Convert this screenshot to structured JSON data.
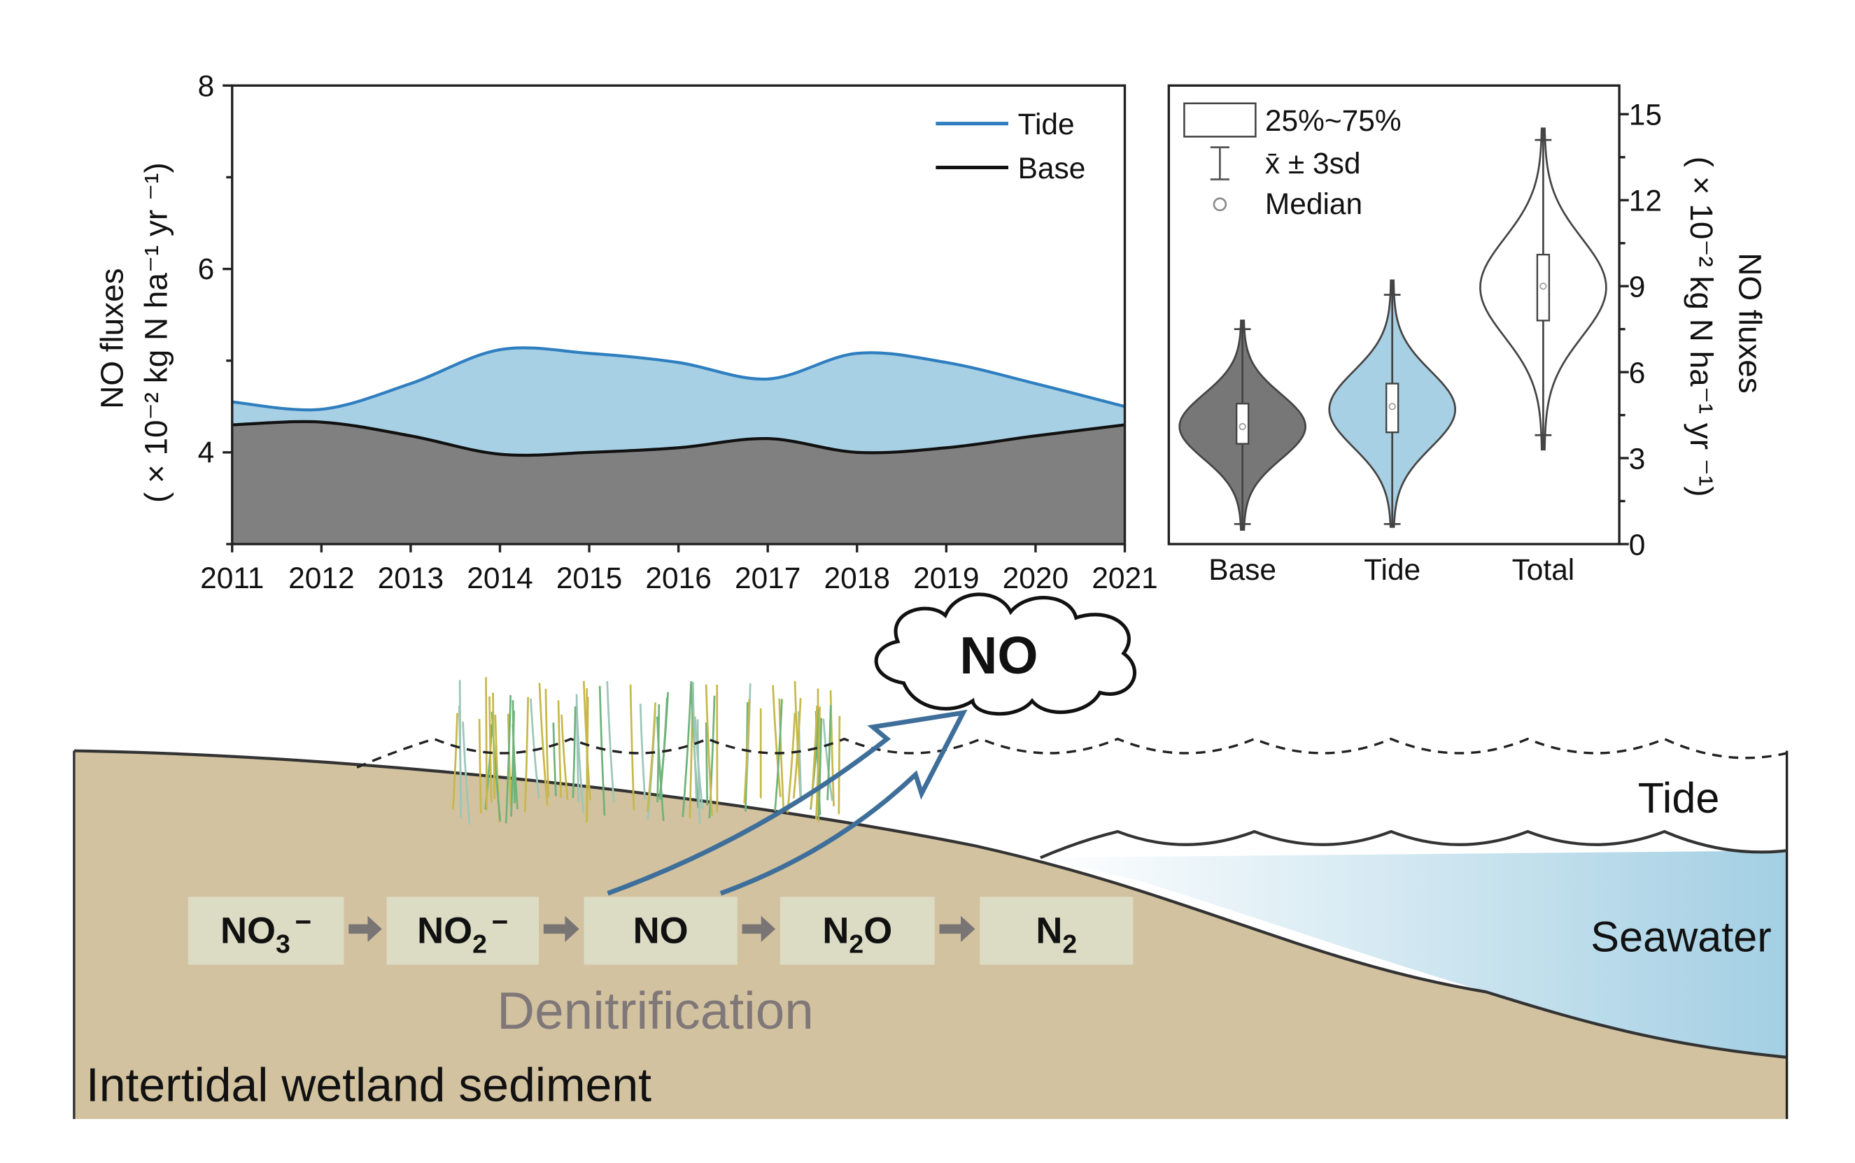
{
  "chart_data": [
    {
      "type": "area",
      "x": [
        2011,
        2012,
        2013,
        2014,
        2015,
        2016,
        2017,
        2018,
        2019,
        2020,
        2021
      ],
      "series": [
        {
          "name": "Tide",
          "values": [
            4.55,
            4.47,
            4.75,
            5.12,
            5.08,
            4.98,
            4.8,
            5.08,
            4.98,
            4.75,
            4.5
          ],
          "color": "#2f7fc0",
          "fill": "#a8d0e4"
        },
        {
          "name": "Base",
          "values": [
            4.3,
            4.33,
            4.18,
            3.98,
            4.0,
            4.05,
            4.15,
            4.0,
            4.05,
            4.18,
            4.3
          ],
          "color": "#111111",
          "fill": "#808080"
        }
      ],
      "ylabel_line1": "NO fluxes",
      "ylabel_line2": "( × 10⁻² kg N ha⁻¹ yr ⁻¹)",
      "ylim": [
        3,
        8
      ],
      "yticks": [
        4,
        6,
        8
      ],
      "xlim": [
        2011,
        2021
      ],
      "legend_position": "top-right"
    },
    {
      "type": "violin",
      "categories": [
        "Base",
        "Tide",
        "Total"
      ],
      "fills": [
        "#777777",
        "#a8d0e4",
        "#ffffff"
      ],
      "stats": [
        {
          "min": 0.5,
          "max": 7.8,
          "q1": 3.5,
          "q3": 4.9,
          "median": 4.1,
          "mean": 4.1,
          "sd": 1.13,
          "whisker_low": 0.7,
          "whisker_high": 7.5
        },
        {
          "min": 0.6,
          "max": 9.2,
          "q1": 3.9,
          "q3": 5.6,
          "median": 4.8,
          "mean": 4.7,
          "sd": 1.33,
          "whisker_low": 0.7,
          "whisker_high": 8.7
        },
        {
          "min": 3.3,
          "max": 14.5,
          "q1": 7.8,
          "q3": 10.1,
          "median": 9.0,
          "mean": 8.95,
          "sd": 1.72,
          "whisker_low": 3.8,
          "whisker_high": 14.1
        }
      ],
      "ylim": [
        0,
        16
      ],
      "yticks": [
        0,
        3,
        6,
        9,
        12,
        15
      ],
      "ylabel_line1": "NO fluxes",
      "ylabel_line2": "( × 10⁻² kg N ha⁻¹ yr ⁻¹)",
      "legend": {
        "box": "25%~75%",
        "errorbar": "x̄ ± 3sd",
        "median": "Median"
      },
      "legend_position": "top-left"
    }
  ],
  "diagram": {
    "cloud_label": "NO",
    "steps": [
      {
        "main": "NO",
        "sub": "3",
        "sup": "−",
        "tail": ""
      },
      {
        "main": "NO",
        "sub": "2",
        "sup": "−",
        "tail": ""
      },
      {
        "main": "NO",
        "sub": "",
        "sup": "",
        "tail": ""
      },
      {
        "main": "N",
        "sub": "2",
        "sup": "",
        "tail": "O"
      },
      {
        "main": "N",
        "sub": "2",
        "sup": "",
        "tail": ""
      }
    ],
    "process_label": "Denitrification",
    "sediment_label": "Intertidal wetland sediment",
    "tide_label": "Tide",
    "seawater_label": "Seawater",
    "colors": {
      "sediment": "#d2c2a0",
      "box": "#dcdcc4",
      "arrow": "#3e6e9a",
      "process": "#807878"
    }
  }
}
